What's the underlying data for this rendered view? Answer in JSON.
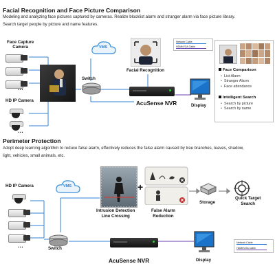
{
  "sec1": {
    "title": "Facial Recognition and Face Picture Comparison",
    "desc1": "Modeling and analyzing face pictures captured by cameras. Realize blocklist alarm and stranger alarm via face picture library.",
    "desc2": "Search target people by picture and name features.",
    "face_capture_camera": "Face Capture\nCamera",
    "hd_ip_camera": "HD IP Camera",
    "vms": "VMS",
    "switch": "Switch",
    "facial_recognition": "Facial Recognition",
    "nvr": "AcuSense NVR",
    "display": "Display",
    "network_cable": "Network Cable",
    "hdmi_vga_cable": "HDMI/VGA Cable",
    "face_comparison": "Face Comparison",
    "face_items": [
      "List Alarm",
      "Stranger Alarm",
      "Face attendance"
    ],
    "intelligent_search": "Intelligent Search",
    "search_items": [
      "Search by picture",
      "Search by name"
    ]
  },
  "sec2": {
    "title": "Perimeter Protection",
    "desc1": "Adopt deep learning algorithm to reduce false alarm, effectively reduces the false alarm caused by tree branches, leaves, shadow,",
    "desc2": "light, vehicles, small animals, etc.",
    "hd_ip_camera": "HD IP Camera",
    "vms": "VMS",
    "switch": "Switch",
    "intrusion": "Intrusion Detection\nLine Crossing",
    "false_alarm": "False Alarm\nReduction",
    "storage": "Storage",
    "quick_search": "Quick Target\nSearch",
    "nvr": "AcuSense NVR",
    "display": "Display",
    "network_cable": "Network Cable",
    "hdmi_vga_cable": "HDMI/VGA Cable"
  },
  "colors": {
    "network_line": "#2f7fd6",
    "hdmi_line": "#6a3fb0",
    "cloud": "#3a8fd6",
    "red_x": "#c62828"
  }
}
